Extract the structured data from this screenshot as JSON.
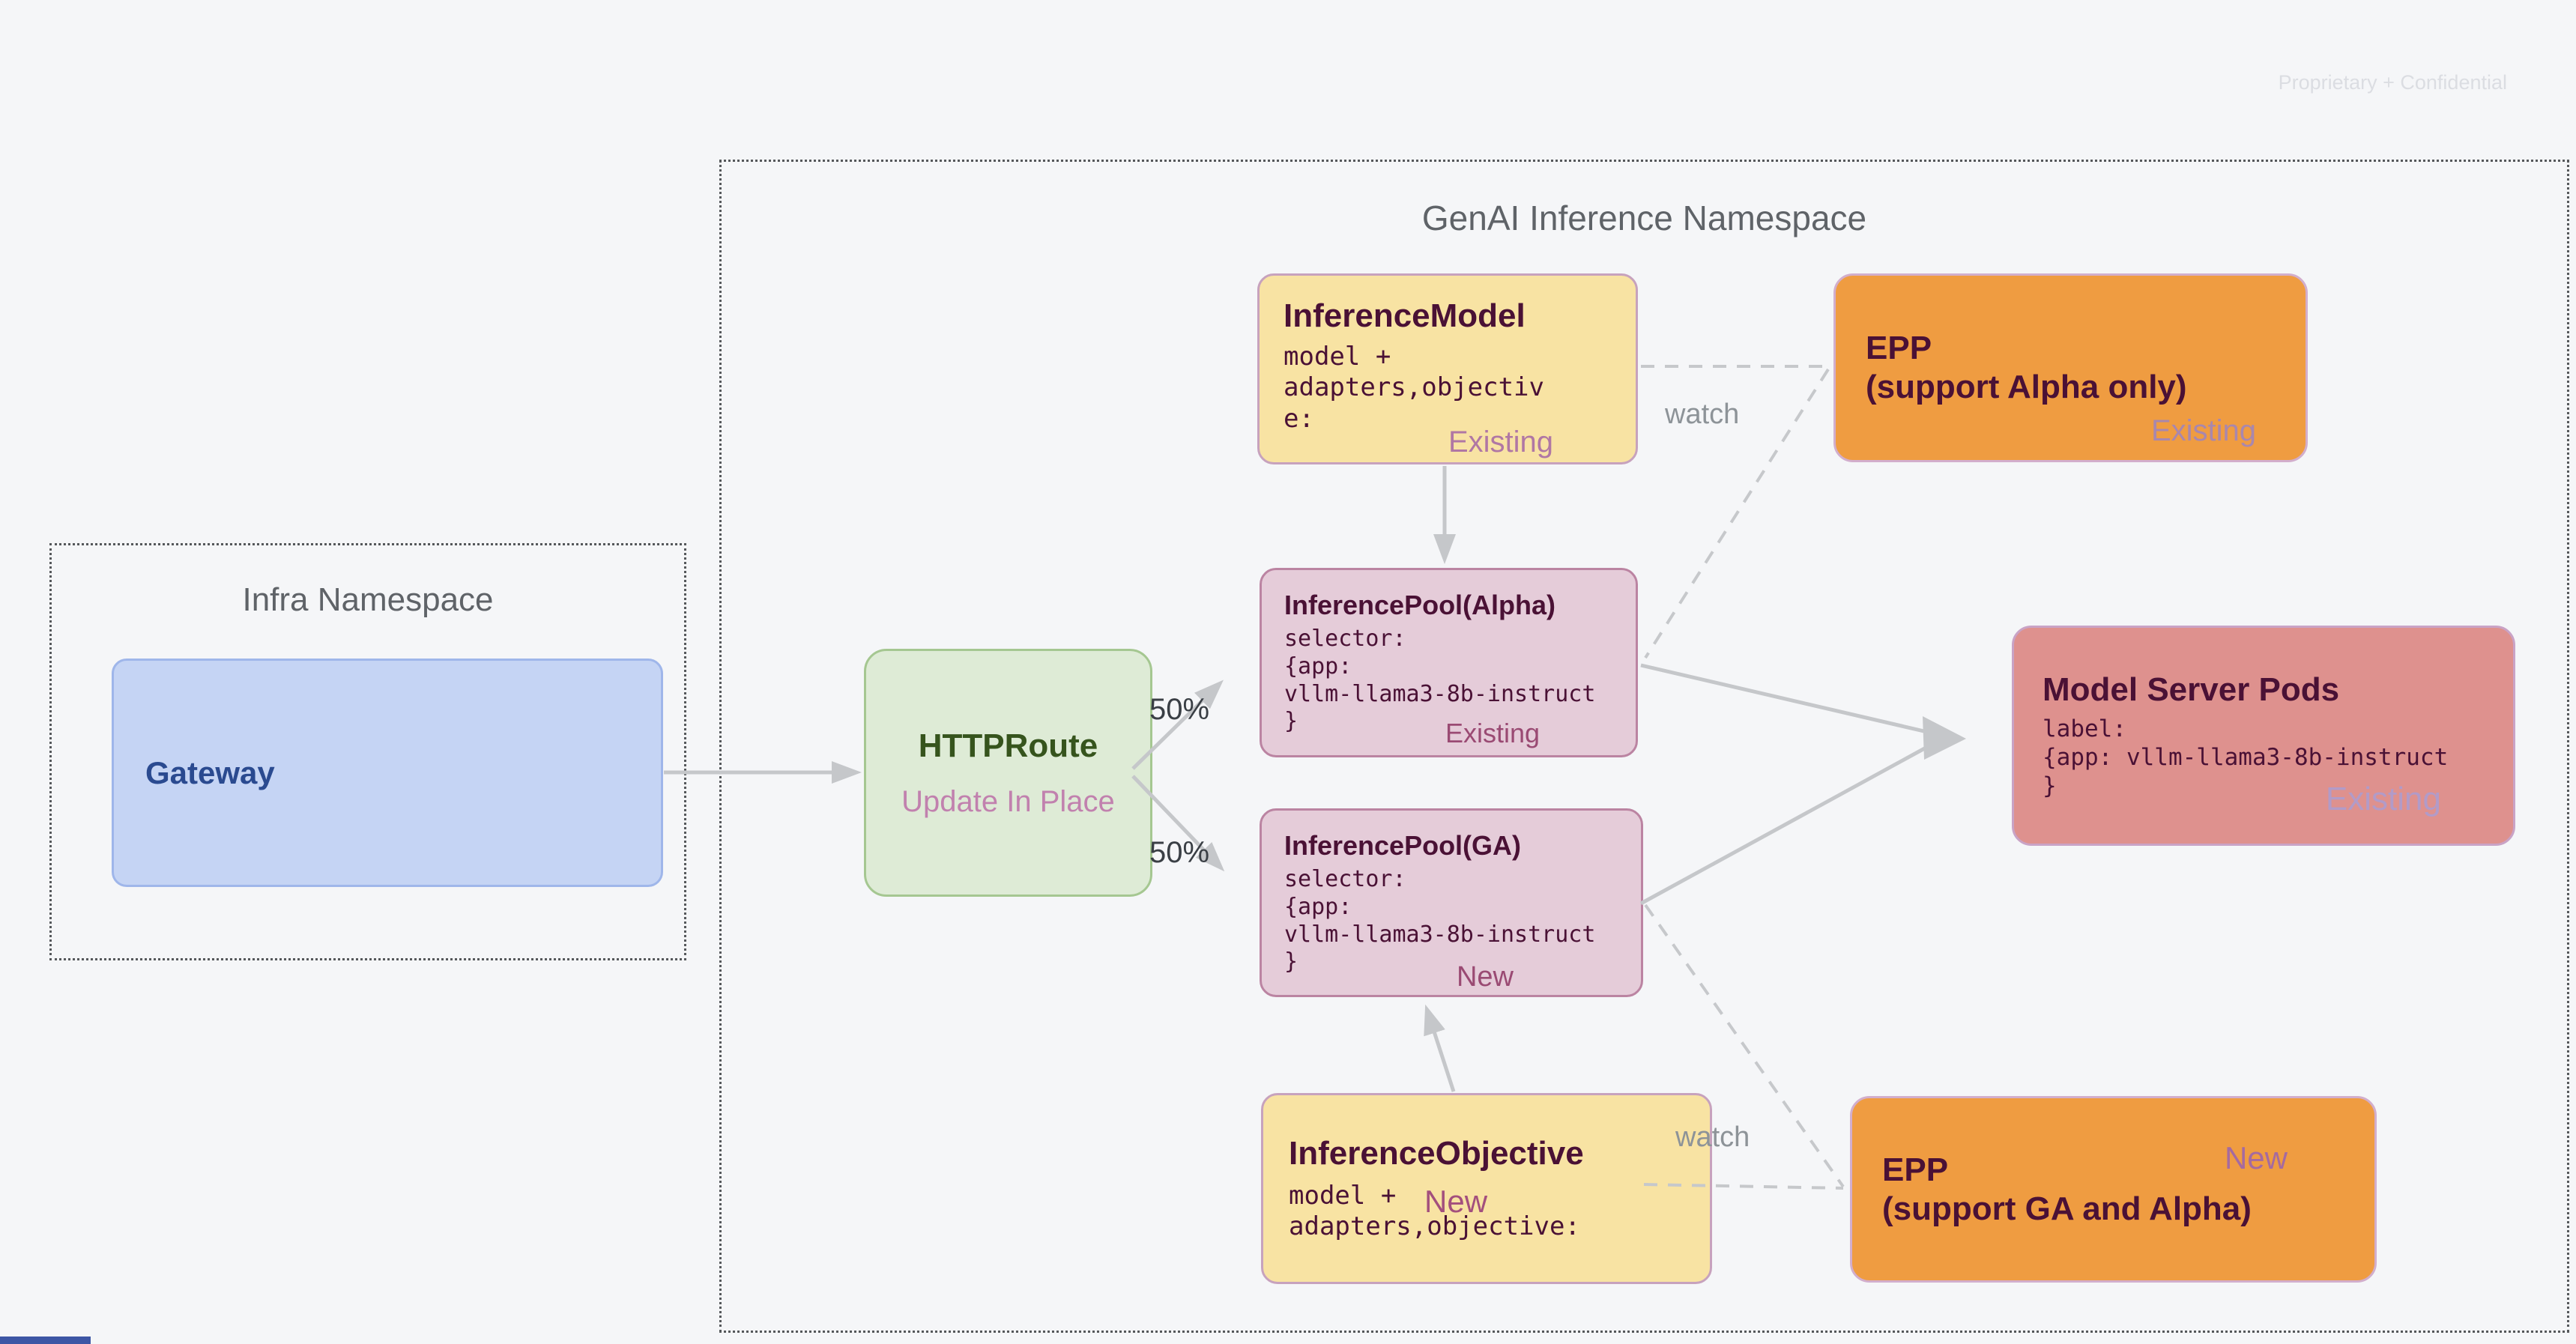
{
  "page": {
    "watermark": "Proprietary + Confidential"
  },
  "infra_namespace": {
    "title": "Infra Namespace"
  },
  "genai_namespace": {
    "title": "GenAI Inference Namespace"
  },
  "nodes": {
    "gateway": {
      "title": "Gateway"
    },
    "httproute": {
      "title": "HTTPRoute",
      "subtitle": "Update In Place"
    },
    "inference_model": {
      "title": "InferenceModel",
      "code_lines": [
        "model +",
        "adapters,objectiv",
        "e:"
      ],
      "badge": "Existing"
    },
    "epp_alpha": {
      "title_lines": [
        "EPP",
        "(support Alpha only)"
      ],
      "badge": "Existing"
    },
    "inference_pool_alpha": {
      "title": "InferencePool(Alpha)",
      "code_lines": [
        "selector:",
        "{app:",
        "vllm-llama3-8b-instruct",
        "}"
      ],
      "badge": "Existing"
    },
    "inference_pool_ga": {
      "title": "InferencePool(GA)",
      "code_lines": [
        "selector:",
        "{app:",
        "vllm-llama3-8b-instruct",
        "}"
      ],
      "badge": "New"
    },
    "model_server_pods": {
      "title": "Model Server Pods",
      "code_lines": [
        "label:",
        "{app: vllm-llama3-8b-instruct",
        "}"
      ],
      "badge": "Existing"
    },
    "inference_objective": {
      "title": "InferenceObjective",
      "code_lines": [
        "model +",
        "adapters,objective:"
      ],
      "badge": "New"
    },
    "epp_ga": {
      "title_lines": [
        "EPP",
        "(support GA and Alpha)"
      ],
      "badge": "New"
    }
  },
  "edges": {
    "watch_top": "watch",
    "watch_bottom": "watch",
    "split_top": "50%",
    "split_bottom": "50%"
  },
  "palette": {
    "background": "#F5F6F8",
    "yellow_node": "#F8E3A3",
    "orange_node": "#EF9C41",
    "pool_node": "#E5CCD9",
    "pods_node": "#DE918E",
    "green_node": "#DEEBD6",
    "blue_node": "#C5D4F4",
    "title_maroon": "#4A1135",
    "namespace_gray": "#5F6368",
    "arrow_gray": "#C5C7CA",
    "badge_existing_light": "#B29BC8",
    "badge_rose": "#9A4A73"
  }
}
